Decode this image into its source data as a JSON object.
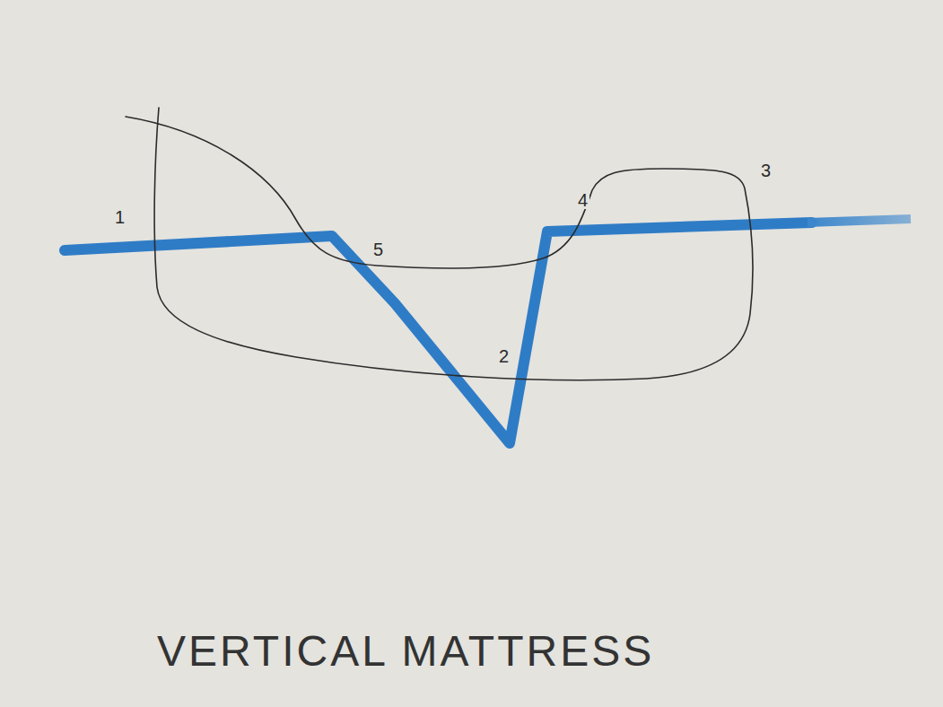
{
  "diagram": {
    "caption": "VERTICAL MATTRESS",
    "labels": [
      "1",
      "4",
      "3",
      "5",
      "2"
    ]
  }
}
